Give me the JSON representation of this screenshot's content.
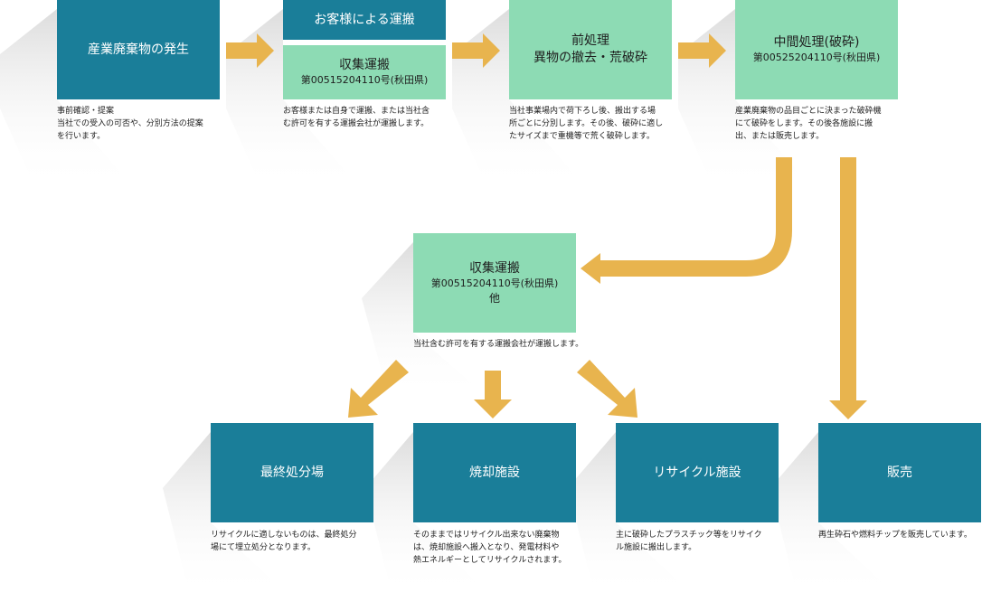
{
  "colors": {
    "teal": "#1a7e99",
    "mint": "#8ddbb4",
    "arrow": "#e8b44e"
  },
  "steps": {
    "generation": {
      "title": "産業廃棄物の発生",
      "desc_lines": [
        "事前確認・提案",
        "当社での受入の可否や、分別方法の提案",
        "を行います。"
      ]
    },
    "customer_transport": {
      "title": "お客様による運搬"
    },
    "collection": {
      "title": "収集運搬",
      "sub": "第00515204110号(秋田県)",
      "desc_lines": [
        "お客様または自身で運搬、または当社含",
        "む許可を有する運搬会社が運搬します。"
      ]
    },
    "preprocess": {
      "title_line1": "前処理",
      "title_line2": "異物の撤去・荒破砕",
      "desc_lines": [
        "当社事業場内で荷下ろし後、搬出する場",
        "所ごとに分別します。その後、破砕に適し",
        "たサイズまで重機等で荒く破砕します。"
      ]
    },
    "intermediate": {
      "title": "中間処理(破砕)",
      "sub": "第00525204110号(秋田県)",
      "desc_lines": [
        "産業廃棄物の品目ごとに決まった破砕機",
        "にて破砕をします。その後各施設に搬",
        "出、または販売します。"
      ]
    },
    "collection2": {
      "title": "収集運搬",
      "sub": "第00515204110号(秋田県)",
      "sub2": "他",
      "desc_lines": [
        "当社含む許可を有する運搬会社が運搬します。"
      ]
    },
    "landfill": {
      "title": "最終処分場",
      "desc_lines": [
        "リサイクルに適しないものは、最終処分",
        "場にて埋立処分となります。"
      ]
    },
    "incineration": {
      "title": "焼却施設",
      "desc_lines": [
        "そのままではリサイクル出来ない廃棄物",
        "は、焼却施設へ搬入となり、発電材料や",
        "熱エネルギーとしてリサイクルされます。"
      ]
    },
    "recycle": {
      "title": "リサイクル施設",
      "desc_lines": [
        "主に破砕したプラスチック等をリサイク",
        "ル施設に搬出します。"
      ]
    },
    "sales": {
      "title": "販売",
      "desc_lines": [
        "再生砕石や燃料チップを販売しています。"
      ]
    }
  }
}
